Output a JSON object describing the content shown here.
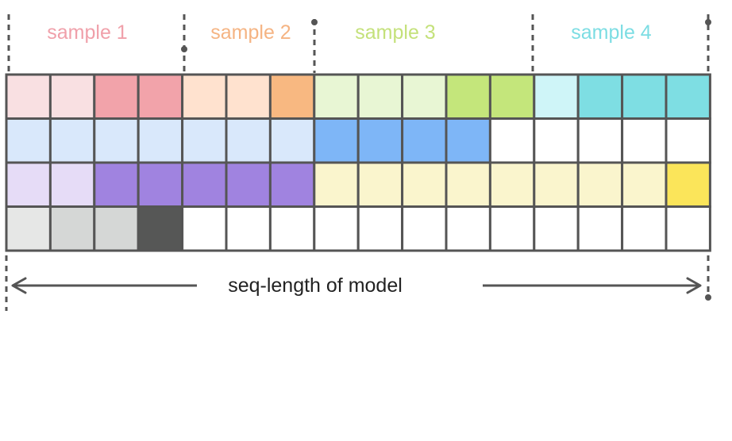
{
  "samples": [
    {
      "label": "sample 1",
      "color": "#F0A0AA"
    },
    {
      "label": "sample 2",
      "color": "#F5B483"
    },
    {
      "label": "sample 3",
      "color": "#C4E17A"
    },
    {
      "label": "sample 4",
      "color": "#7CDDE3"
    }
  ],
  "caption": "seq-length of model",
  "grid": {
    "columns": 16,
    "rows": [
      [
        "#F9E0E2",
        "#F9E0E2",
        "#F2A3AA",
        "#F2A3AA",
        "#FFE2CF",
        "#FFE2CF",
        "#F8B881",
        "#E8F6D4",
        "#E8F6D4",
        "#E8F6D4",
        "#C4E67B",
        "#C4E67B",
        "#CFF5F8",
        "#7EDEE3",
        "#7EDEE3",
        "#7EDEE3"
      ],
      [
        "#D9E8FB",
        "#D9E8FB",
        "#D9E8FB",
        "#D9E8FB",
        "#D9E8FB",
        "#D9E8FB",
        "#D9E8FB",
        "#7EB6F7",
        "#7EB6F7",
        "#7EB6F7",
        "#7EB6F7",
        "#FFFFFF",
        "#FFFFFF",
        "#FFFFFF",
        "#FFFFFF",
        "#FFFFFF"
      ],
      [
        "#E6DCF7",
        "#E6DCF7",
        "#A083E0",
        "#A083E0",
        "#A083E0",
        "#A083E0",
        "#A083E0",
        "#FAF5CD",
        "#FAF5CD",
        "#FAF5CD",
        "#FAF5CD",
        "#FAF5CD",
        "#FAF5CD",
        "#FAF5CD",
        "#FAF5CD",
        "#FBE55A"
      ],
      [
        "#E6E7E6",
        "#D5D7D6",
        "#D5D7D6",
        "#565756",
        "#FFFFFF",
        "#FFFFFF",
        "#FFFFFF",
        "#FFFFFF",
        "#FFFFFF",
        "#FFFFFF",
        "#FFFFFF",
        "#FFFFFF",
        "#FFFFFF",
        "#FFFFFF",
        "#FFFFFF",
        "#FFFFFF"
      ]
    ]
  },
  "colors": {
    "grid_line": "#555555",
    "divider": "#555555",
    "arrow": "#555555"
  }
}
